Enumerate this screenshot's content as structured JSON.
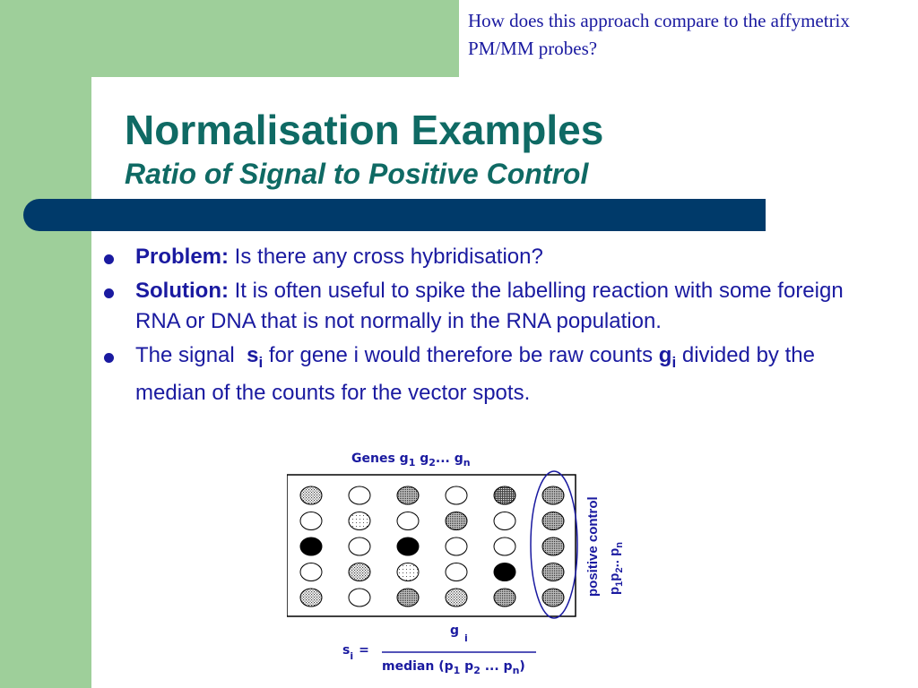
{
  "note": "How does this approach compare to the affymetrix PM/MM probes?",
  "title": "Normalisation Examples",
  "subtitle": "Ratio of Signal to Positive Control",
  "bullets": [
    {
      "label": "Problem:",
      "text": " Is there any cross hybridisation?"
    },
    {
      "label": "Solution:",
      "text": " It is often useful to spike the labelling reaction with some foreign RNA or DNA that is not normally in the RNA population."
    },
    {
      "pre": "The signal  ",
      "s": "s",
      "s_sub": "i",
      "mid": " for gene i would therefore be raw counts ",
      "g": "g",
      "g_sub": "i",
      "post": " divided by the median of the counts for the vector spots."
    }
  ],
  "diagram": {
    "header": {
      "text": "Genes g",
      "s1": "1",
      "g2": " g",
      "s2": "2",
      "mid": "... g",
      "sn": "n"
    },
    "side_label": "positive control",
    "side_formula": {
      "p": "p",
      "s1": "1",
      "p2": "p",
      "s2": "2",
      "dots": ".. p",
      "sn": "n"
    },
    "formula": {
      "lhs": "s",
      "lhs_sub": "i",
      "eq": "=",
      "num": "g",
      "num_sub": "i",
      "den_pre": "median (p",
      "den_s1": "1",
      "den_mid": " p",
      "den_s2": "2",
      "den_dots": " ... p",
      "den_sn": "n",
      "den_post": ")"
    },
    "spots": [
      [
        "dotted",
        "white",
        "medium",
        "white",
        "dark",
        "medium"
      ],
      [
        "white",
        "light",
        "white",
        "medium",
        "white",
        "medium"
      ],
      [
        "black",
        "white",
        "black",
        "white",
        "white",
        "medium"
      ],
      [
        "white",
        "dotted",
        "light",
        "white",
        "black",
        "medium"
      ],
      [
        "dotted",
        "white",
        "medium",
        "dotted",
        "medium",
        "medium"
      ]
    ],
    "colors": {
      "line": "#000000",
      "ellipse": "#1a1aa0",
      "label": "#1a1aa0"
    }
  }
}
